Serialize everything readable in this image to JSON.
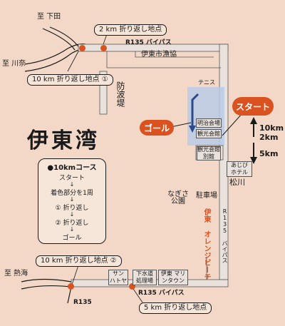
{
  "colors": {
    "background": "#f3d8c8",
    "road": "#e9e2dc",
    "course_highlight": "#b9cbe6",
    "course_arrow": "#2d4a8a",
    "callout": "#d9521f",
    "turnaround_marker": "#d9521f"
  },
  "places": {
    "shimoda": "至 下田",
    "kawana": "至 川奈",
    "atami": "至 熱海"
  },
  "roads": {
    "r135_bypass_top": "R135 バイパス",
    "r135_bypass_side": "R135 バイパス",
    "r135_bypass_bottom": "R135 バイパス",
    "r135_bottom_left": "R135"
  },
  "buildings": {
    "fishery": "伊東市漁協",
    "breakwater": "防波堤",
    "tennis": "テニス",
    "hall_meiji": "明治会場",
    "hall_kanko": "観光会館",
    "hall_kanko_annex": "観光会館別館",
    "ajibi_hotel": "あじび ホテル",
    "matsukawa": "松川",
    "nagisa_park": "なぎさ 公園",
    "parking": "駐車場",
    "orange_beach": "伊東 オレンジビーチ",
    "sun_hatoya": "サン ハトヤ",
    "sewage_plant": "下水道 処理場",
    "marina": "伊東 マリンタウン"
  },
  "bay_name": "伊東湾",
  "turnarounds": {
    "km2": "2 km 折り返し地点",
    "km10_1": "10 km 折り返し地点 ①",
    "km10_2": "10 km 折り返し地点 ②",
    "km5": "5 km 折り返し地点"
  },
  "callouts": {
    "start": "スタート",
    "goal": "ゴール"
  },
  "distances": {
    "d10": "10km",
    "d2": "2km",
    "d5": "5km"
  },
  "course": {
    "title": "●10kmコース",
    "steps": [
      "スタート",
      "着色部分を1周",
      "① 折り返し",
      "② 折り返し",
      "ゴール"
    ]
  },
  "icons": [
    "turnaround-marker-icon",
    "arrow-down-icon",
    "arrow-up-icon"
  ]
}
